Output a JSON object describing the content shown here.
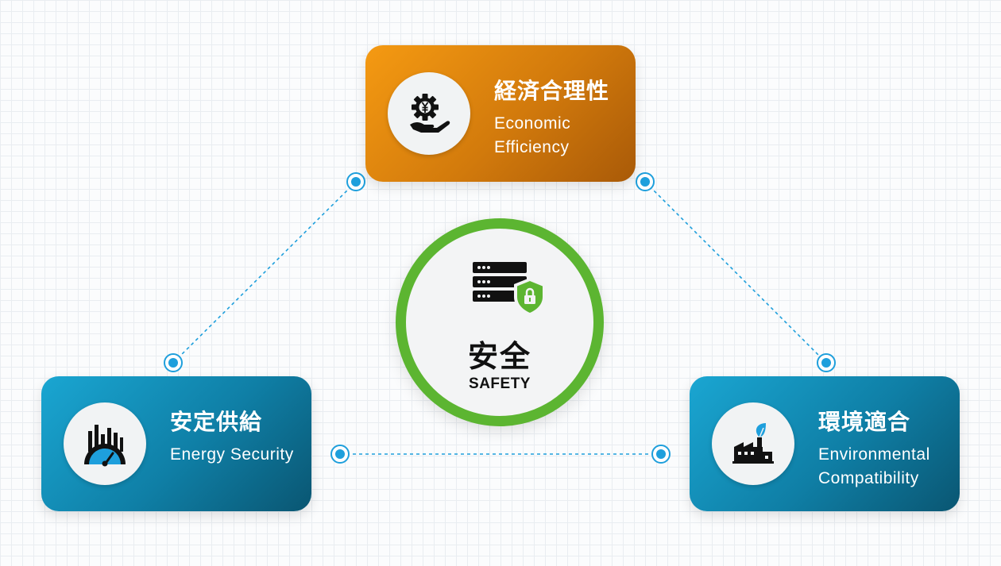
{
  "center": {
    "jp": "安全",
    "en": "SAFETY",
    "icon": "server-shield-icon",
    "ring_color": "#5cb531"
  },
  "nodes": [
    {
      "id": "economic",
      "jp": "経済合理性",
      "en": "Economic Efficiency",
      "icon": "gear-yen-hand-icon",
      "color": "#e88a10"
    },
    {
      "id": "energy",
      "jp": "安定供給",
      "en": "Energy Security",
      "icon": "gauge-bars-icon",
      "color": "#1288b4"
    },
    {
      "id": "environment",
      "jp": "環境適合",
      "en": "Environmental Compatibility",
      "icon": "factory-leaf-icon",
      "color": "#1288b4"
    }
  ],
  "connector_color": "#1e9fdc"
}
